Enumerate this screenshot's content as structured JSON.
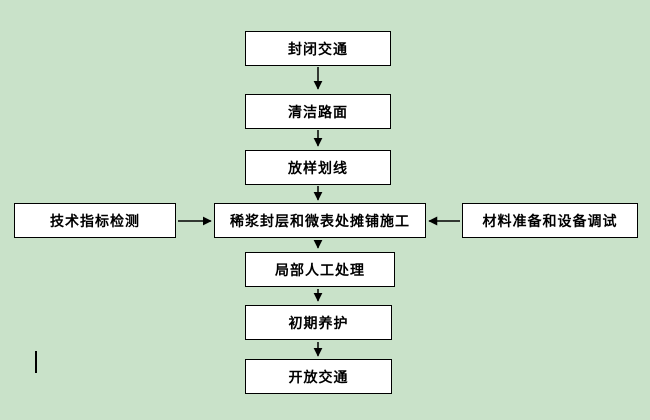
{
  "flowchart": {
    "title": "slurry-seal-construction-process",
    "nodes": [
      {
        "id": "close-traffic",
        "label": "封闭交通"
      },
      {
        "id": "clean-road",
        "label": "清洁路面"
      },
      {
        "id": "layout-marking",
        "label": "放样划线"
      },
      {
        "id": "main-construction",
        "label": "稀浆封层和微表处摊铺施工"
      },
      {
        "id": "local-manual-work",
        "label": "局部人工处理"
      },
      {
        "id": "initial-curing",
        "label": "初期养护"
      },
      {
        "id": "open-traffic",
        "label": "开放交通"
      },
      {
        "id": "tech-inspection",
        "label": "技术指标检测"
      },
      {
        "id": "material-prep",
        "label": "材料准备和设备调试"
      }
    ],
    "colors": {
      "background": "#c9e2c9",
      "box_background": "#ffffff",
      "box_border": "#000000",
      "arrow": "#000000",
      "text": "#000000"
    }
  }
}
